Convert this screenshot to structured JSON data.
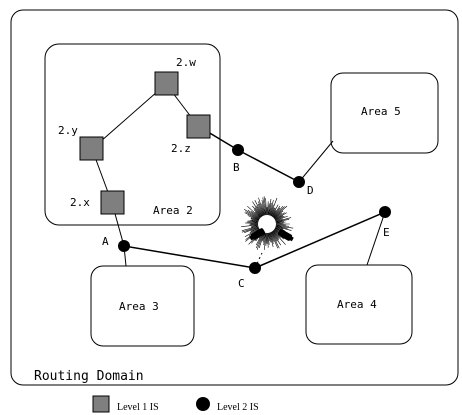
{
  "domain_label": "Routing Domain",
  "areas": {
    "area2": "Area 2",
    "area3": "Area 3",
    "area4": "Area 4",
    "area5": "Area 5"
  },
  "level1_nodes": {
    "w": "2.w",
    "y": "2.y",
    "z": "2.z",
    "x": "2.x"
  },
  "level2_nodes": {
    "a": "A",
    "b": "B",
    "c": "C",
    "d": "D",
    "e": "E"
  },
  "legend": {
    "level1": "Level 1 IS",
    "level2": "Level 2 IS"
  },
  "colors": {
    "level1_fill": "#7f7f7f",
    "level2_fill": "#000000",
    "line": "#000000"
  }
}
